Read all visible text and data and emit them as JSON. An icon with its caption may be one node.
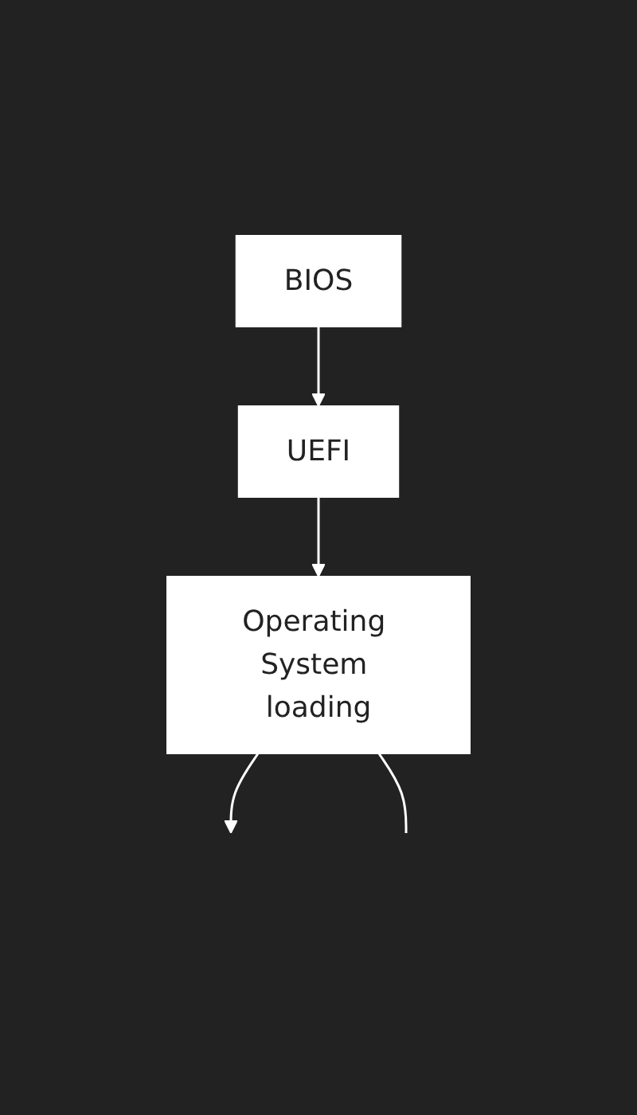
{
  "diagram": {
    "nodes": [
      {
        "text": [
          "BIOS"
        ]
      },
      {
        "text": [
          "UEFI"
        ]
      },
      {
        "text": [
          "Operating System loading"
        ]
      }
    ],
    "edges": [
      {
        "from": 0,
        "to": 1,
        "arrow": "to"
      },
      {
        "from": 1,
        "to": 2,
        "arrow": "to"
      },
      {
        "from": 2,
        "to": null,
        "arrow": "to"
      },
      {
        "from": 2,
        "to": null,
        "arrow": "none"
      }
    ]
  }
}
